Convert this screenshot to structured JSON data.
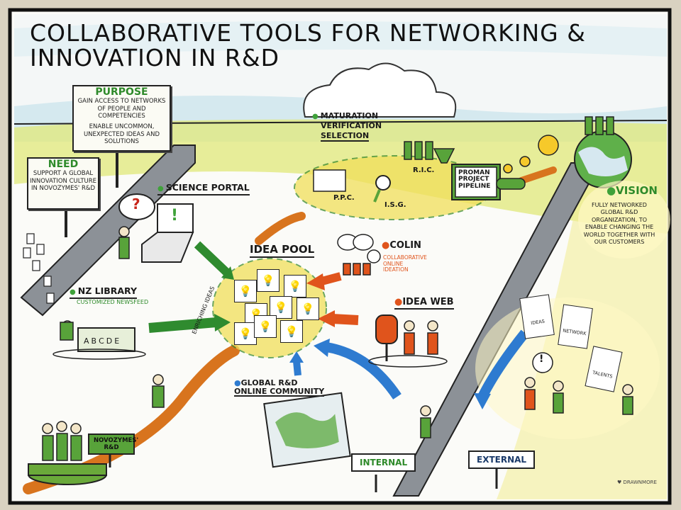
{
  "title": {
    "line1": "COLLABORATIVE TOOLS FOR NETWORKING &",
    "line2": "INNOVATION IN R&D"
  },
  "purpose": {
    "heading": "PURPOSE",
    "text1": "GAIN ACCESS TO NETWORKS OF PEOPLE AND COMPETENCIES",
    "text2": "ENABLE UNCOMMON, UNEXPECTED IDEAS AND SOLUTIONS"
  },
  "need": {
    "heading": "NEED",
    "text": "SUPPORT A GLOBAL INNOVATION CULTURE IN NOVOZYMES' R&D"
  },
  "science_portal": {
    "label": "SCIENCE PORTAL",
    "question": "?",
    "screen_mark": "!"
  },
  "nz_library": {
    "label": "NZ LIBRARY",
    "sub": "CUSTOMIZED NEWSFEED",
    "shelf": [
      "A",
      "B",
      "C",
      "D",
      "E"
    ]
  },
  "idea_pool": {
    "label": "IDEA POOL",
    "enriching": "ENRICHING IDEAS"
  },
  "maturation": {
    "line1": "MATURATION",
    "line2": "VERIFICATION",
    "line3": "SELECTION"
  },
  "ppc": "P.P.C.",
  "isg": "I.S.G.",
  "ric": "R.I.C.",
  "proman": {
    "line1": "PROMAN",
    "line2": "PROJECT",
    "line3": "PIPELINE"
  },
  "colin": {
    "label": "COLIN",
    "sub1": "COLLABORATIVE",
    "sub2": "ONLINE",
    "sub3": "IDEATION"
  },
  "idea_web": {
    "label": "IDEA WEB"
  },
  "global_community": {
    "line1": "GLOBAL R&D",
    "line2": "ONLINE COMMUNITY"
  },
  "vision": {
    "heading": "VISION",
    "text": "FULLY NETWORKED GLOBAL R&D ORGANIZATION, TO ENABLE CHANGING THE WORLD TOGETHER WITH OUR CUSTOMERS"
  },
  "cards": {
    "ideas": "IDEAS",
    "network": "NETWORK",
    "talents": "TALENTS"
  },
  "signs": {
    "internal": "INTERNAL",
    "external": "EXTERNAL",
    "novozymes": "NOVOZYMES' R&D",
    "exclaim": "!"
  },
  "credit": "♥ DRAWNMORE",
  "colors": {
    "accent_green": "#3fa23a",
    "orange": "#e0541c",
    "blue": "#2e7bd0",
    "yellow": "#ecd94a"
  }
}
